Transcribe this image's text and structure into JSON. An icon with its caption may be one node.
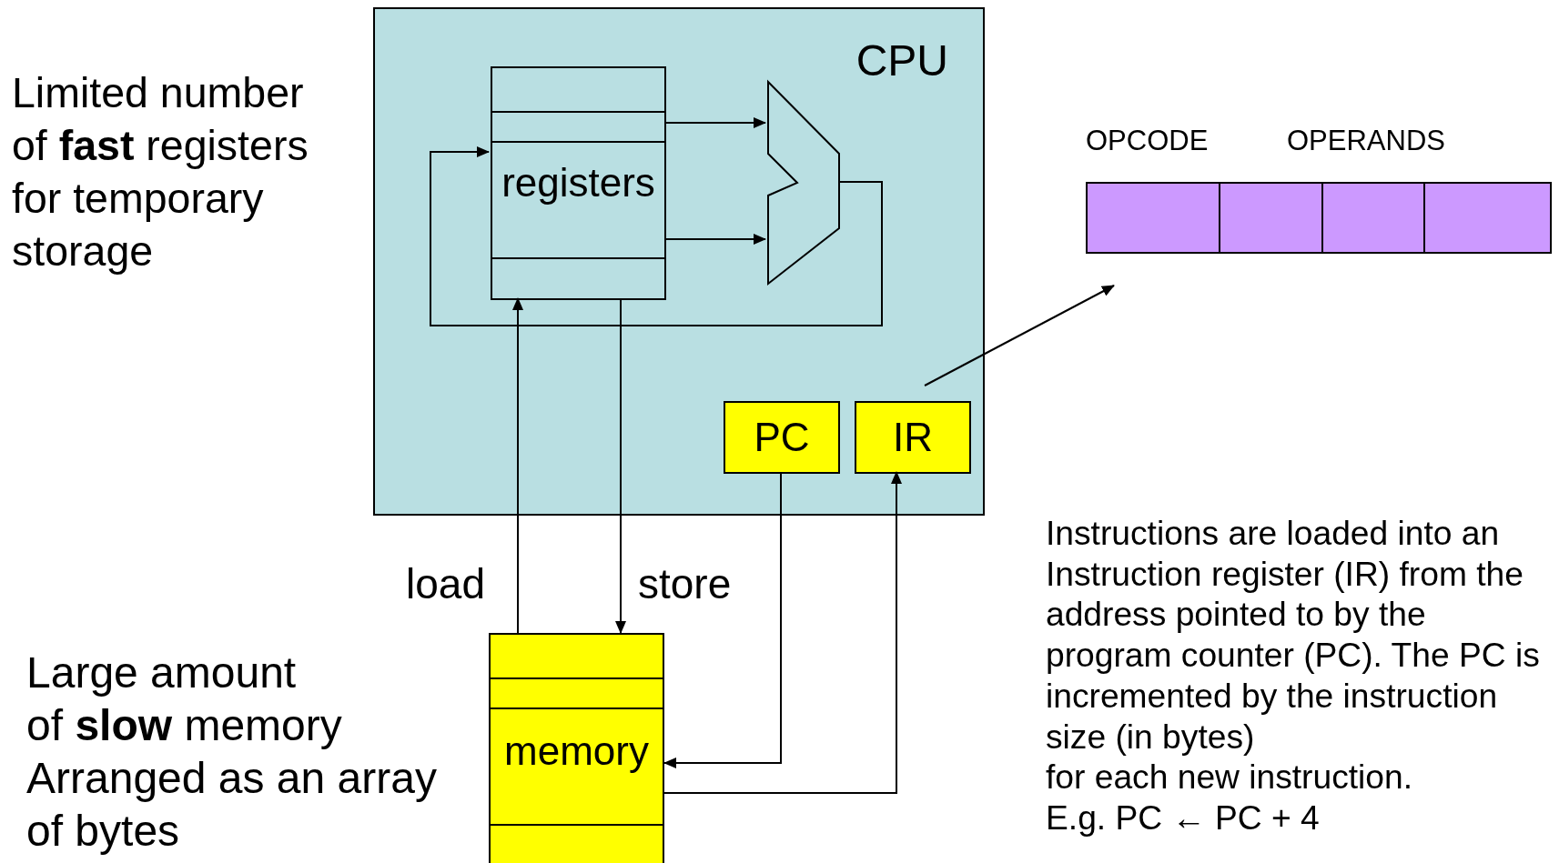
{
  "diagram": {
    "nodes": [
      {
        "text": [
          "CPU"
        ]
      },
      {
        "text": [
          "registers"
        ],
        "in": 0
      },
      {
        "text": [],
        "shape": "trapezoid",
        "in": 0
      },
      {
        "text": [
          "PC"
        ],
        "in": 0
      },
      {
        "text": [
          "IR"
        ],
        "in": 0
      },
      {
        "text": [
          "memory"
        ]
      },
      {
        "text": [],
        "shape": "bar"
      }
    ],
    "edges": [
      {
        "from": 1,
        "to": 2,
        "arrow": "to"
      },
      {
        "from": 1,
        "to": 2,
        "arrow": "to"
      },
      {
        "from": 2,
        "to": 1,
        "arrow": "to"
      },
      {
        "from": 5,
        "to": 1,
        "arrow": "to",
        "label": "load"
      },
      {
        "from": 1,
        "to": 5,
        "arrow": "to",
        "label": "store"
      },
      {
        "from": 3,
        "to": 5,
        "arrow": "to"
      },
      {
        "from": 5,
        "to": 4,
        "arrow": "to"
      },
      {
        "from": 4,
        "to": 6,
        "arrow": "to"
      }
    ],
    "labels": [
      "Limited number of **fast** registers for temporary storage",
      "OPCODE",
      "OPERANDS",
      "Instructions are loaded into an Instruction register (IR) from the address pointed to by the program counter (PC). The PC is incremented by the instruction size (in bytes)",
      "for each new instruction.",
      "E.g. PC ← PC + 4",
      "Large amount of **slow** memory",
      "Arranged as an array of bytes"
    ]
  }
}
